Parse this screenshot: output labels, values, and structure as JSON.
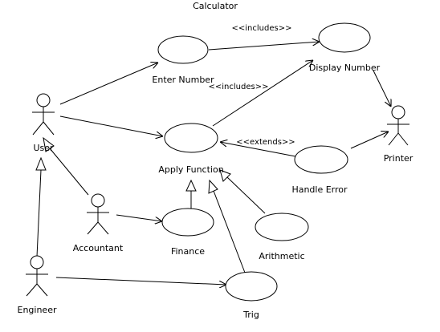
{
  "title": "Calculator",
  "actors": {
    "user": "User",
    "accountant": "Accountant",
    "engineer": "Engineer",
    "printer": "Printer"
  },
  "use_cases": {
    "enter_number": "Enter Number",
    "display_number": "Display Number",
    "apply_function": "Apply Function",
    "handle_error": "Handle Error",
    "finance": "Finance",
    "arithmetic": "Arithmetic",
    "trig": "Trig"
  },
  "stereotypes": {
    "includes_top": "<<includes>>",
    "includes_mid": "<<includes>>",
    "extends": "<<extends>>"
  }
}
